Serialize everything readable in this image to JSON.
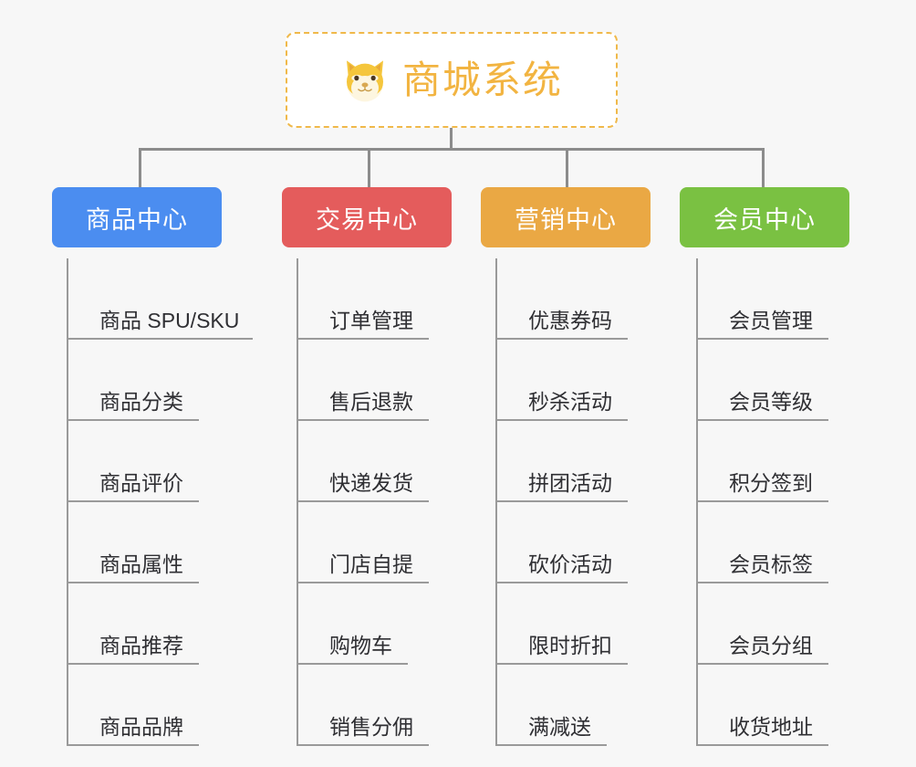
{
  "background_color": "#f7f7f7",
  "root": {
    "title": "商城系统",
    "icon": "shiba-dog-face-icon",
    "color": "#f2b441",
    "border_color": "#f0b94a"
  },
  "connector_color": "#8c8c8c",
  "columns": [
    {
      "title": "商品中心",
      "color": "#4b8df0",
      "items": [
        "商品 SPU/SKU",
        "商品分类",
        "商品评价",
        "商品属性",
        "商品推荐",
        "商品品牌"
      ]
    },
    {
      "title": "交易中心",
      "color": "#e45c5c",
      "items": [
        "订单管理",
        "售后退款",
        "快递发货",
        "门店自提",
        "购物车",
        "销售分佣"
      ]
    },
    {
      "title": "营销中心",
      "color": "#eaa844",
      "items": [
        "优惠券码",
        "秒杀活动",
        "拼团活动",
        "砍价活动",
        "限时折扣",
        "满减送"
      ]
    },
    {
      "title": "会员中心",
      "color": "#7ac142",
      "items": [
        "会员管理",
        "会员等级",
        "积分签到",
        "会员标签",
        "会员分组",
        "收货地址"
      ]
    }
  ]
}
